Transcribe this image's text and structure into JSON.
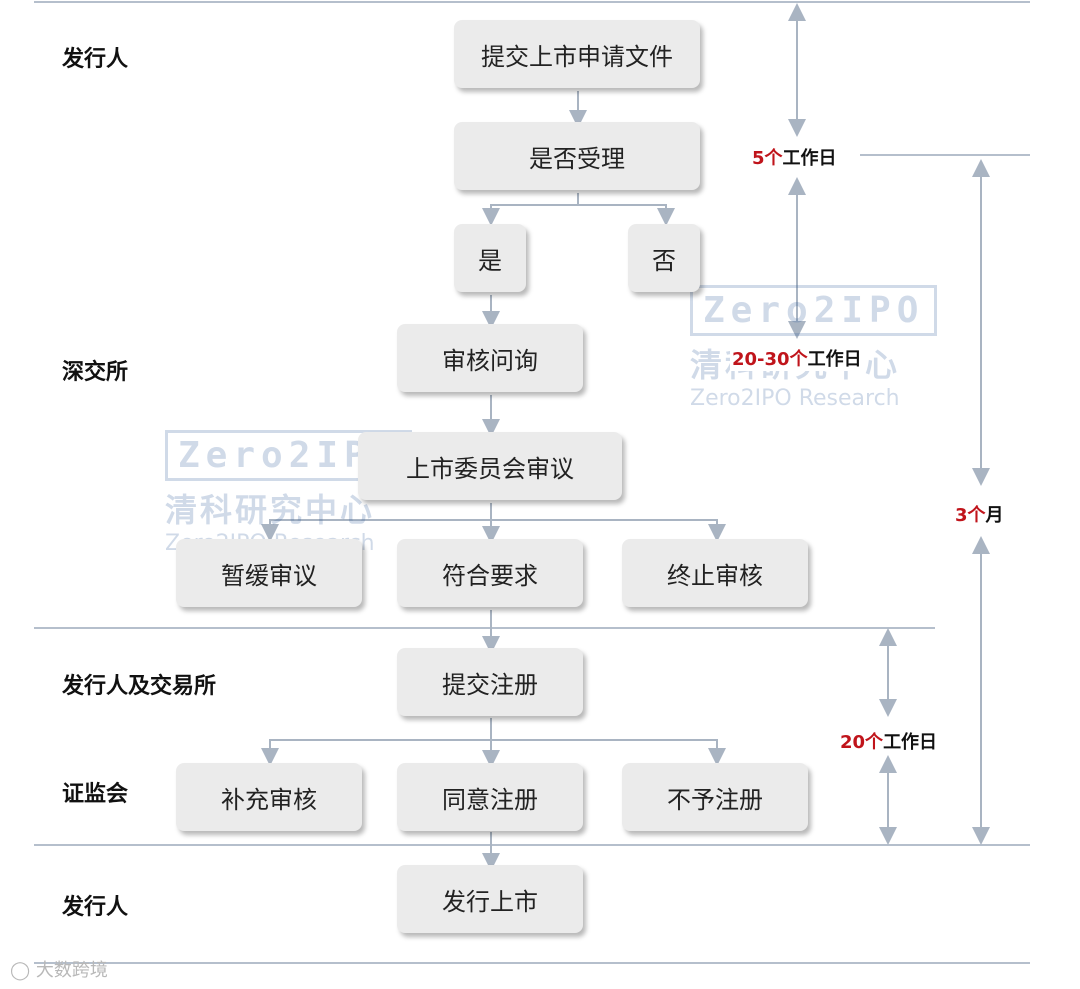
{
  "rows": {
    "issuer_top": "发行人",
    "szse": "深交所",
    "issuer_exchange": "发行人及交易所",
    "csrc": "证监会",
    "issuer_bottom": "发行人"
  },
  "steps": {
    "submit_application": "提交上市申请文件",
    "accept_decision": "是否受理",
    "yes": "是",
    "no": "否",
    "review_inquiry": "审核问询",
    "committee_review": "上市委员会审议",
    "suspend_review": "暂缓审议",
    "meets_requirements": "符合要求",
    "terminate_review": "终止审核",
    "submit_registration": "提交注册",
    "supplementary_review": "补充审核",
    "approve_registration": "同意注册",
    "deny_registration": "不予注册",
    "listing": "发行上市"
  },
  "durations": {
    "d5": {
      "num": "5个",
      "unit": "工作日"
    },
    "d20_30": {
      "num": "20-30个",
      "unit": "工作日"
    },
    "d3m": {
      "num": "3个",
      "unit": "月"
    },
    "d20": {
      "num": "20个",
      "unit": "工作日"
    }
  },
  "watermark": {
    "logo": "Zero2IPO",
    "cn": "清科研究中心",
    "en": "Zero2IPO Research"
  },
  "footer": "大数跨境",
  "colors": {
    "box_fill": "#ebebeb",
    "connector": "#a9b4c2",
    "highlight_red": "#c0141b",
    "watermark_blue": "#2f5b9c"
  }
}
